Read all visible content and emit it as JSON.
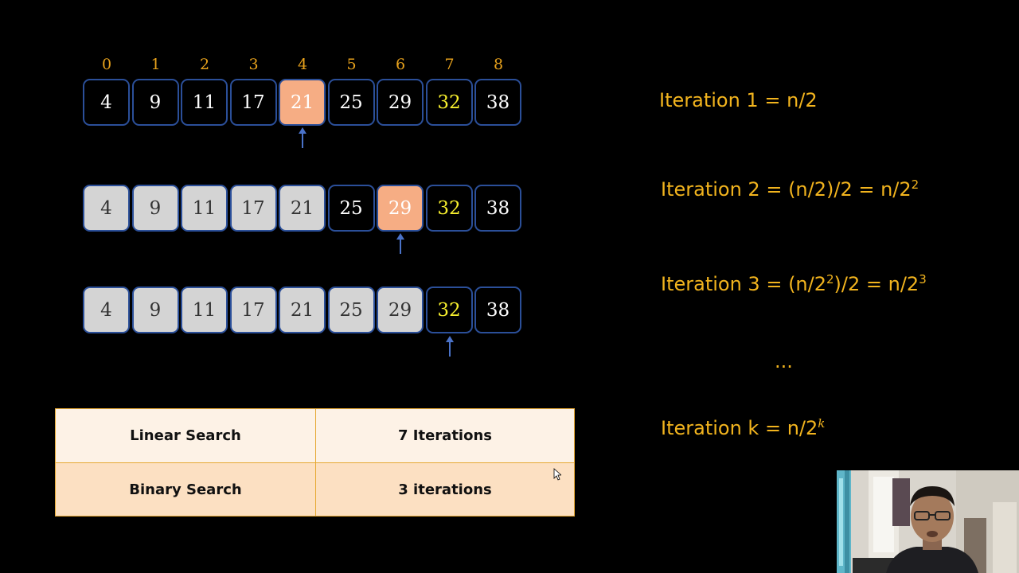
{
  "indices": [
    "0",
    "1",
    "2",
    "3",
    "4",
    "5",
    "6",
    "7",
    "8"
  ],
  "rows": [
    {
      "cells": [
        {
          "value": "4",
          "state": "active"
        },
        {
          "value": "9",
          "state": "active"
        },
        {
          "value": "11",
          "state": "active"
        },
        {
          "value": "17",
          "state": "active"
        },
        {
          "value": "21",
          "state": "mid"
        },
        {
          "value": "25",
          "state": "active"
        },
        {
          "value": "29",
          "state": "active"
        },
        {
          "value": "32",
          "state": "target"
        },
        {
          "value": "38",
          "state": "active"
        }
      ],
      "pointer_index": 4
    },
    {
      "cells": [
        {
          "value": "4",
          "state": "eliminated"
        },
        {
          "value": "9",
          "state": "eliminated"
        },
        {
          "value": "11",
          "state": "eliminated"
        },
        {
          "value": "17",
          "state": "eliminated"
        },
        {
          "value": "21",
          "state": "eliminated"
        },
        {
          "value": "25",
          "state": "active"
        },
        {
          "value": "29",
          "state": "mid"
        },
        {
          "value": "32",
          "state": "target"
        },
        {
          "value": "38",
          "state": "active"
        }
      ],
      "pointer_index": 6
    },
    {
      "cells": [
        {
          "value": "4",
          "state": "eliminated"
        },
        {
          "value": "9",
          "state": "eliminated"
        },
        {
          "value": "11",
          "state": "eliminated"
        },
        {
          "value": "17",
          "state": "eliminated"
        },
        {
          "value": "21",
          "state": "eliminated"
        },
        {
          "value": "25",
          "state": "eliminated"
        },
        {
          "value": "29",
          "state": "eliminated"
        },
        {
          "value": "32",
          "state": "target"
        },
        {
          "value": "38",
          "state": "active"
        }
      ],
      "pointer_index": 7
    }
  ],
  "iterations": {
    "it1": "Iteration 1 = n/2",
    "it2_text": "Iteration 2 = (n/2)/2 = n/2",
    "it2_exp": "2",
    "it3_a": "Iteration 3 = (n/2",
    "it3_a_exp": "2",
    "it3_b": ")/2 = n/2",
    "it3_b_exp": "3",
    "ellipsis": "...",
    "itk_text": "Iteration k = n/2",
    "itk_exp": "k"
  },
  "comparison_table": [
    {
      "method": "Linear Search",
      "result": "7 Iterations"
    },
    {
      "method": "Binary Search",
      "result": "3 iterations"
    }
  ],
  "colors": {
    "background": "#000000",
    "cell_border": "#2b4f99",
    "eliminated_fill": "#d4d4d4",
    "mid_fill": "#f6ad84",
    "target_text": "#f7ef2e",
    "index_text": "#e8a21c",
    "iteration_text": "#f2b41e",
    "arrow": "#4a72c8",
    "table_row1": "#fdf2e6",
    "table_row2": "#fce0c2"
  },
  "icons": {
    "pointer": "up-arrow-icon",
    "cursor": "mouse-cursor-icon"
  }
}
